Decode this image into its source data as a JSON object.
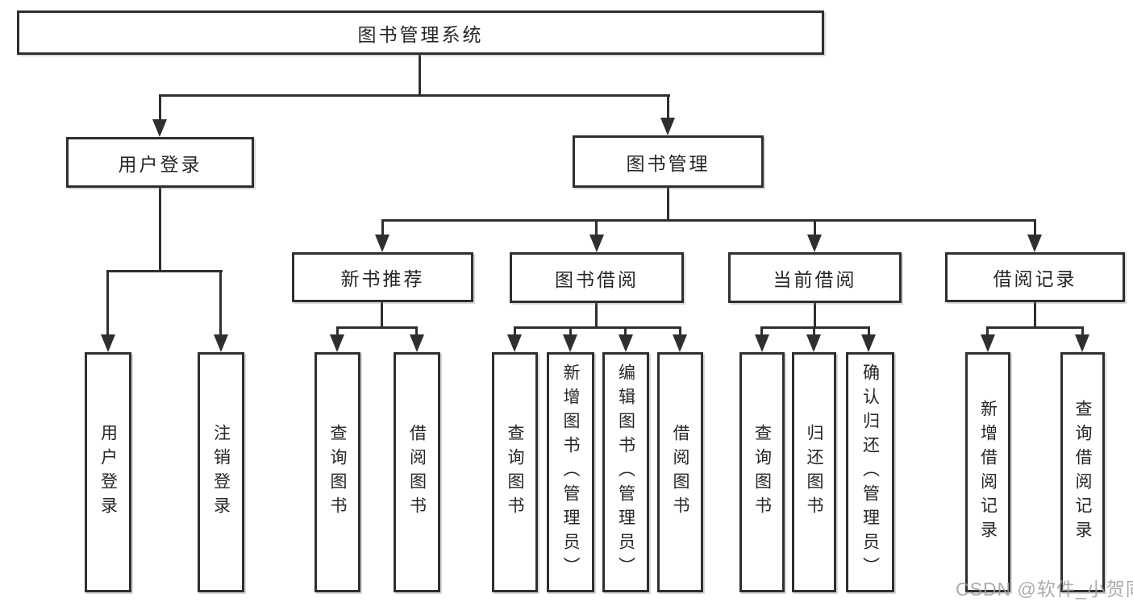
{
  "diagram": {
    "title": "图书管理系统",
    "colors": {
      "line": "#2f2f2f",
      "box_border": "#2f2f2f",
      "box_fill": "#ffffff",
      "text": "#262626",
      "watermark": "#9e9e9e",
      "background": "#ffffff"
    },
    "tree": {
      "root": {
        "label": "图书管理系统"
      },
      "level1": [
        {
          "label": "用户登录"
        },
        {
          "label": "图书管理"
        }
      ],
      "level2": [
        {
          "label": "新书推荐"
        },
        {
          "label": "图书借阅"
        },
        {
          "label": "当前借阅"
        },
        {
          "label": "借阅记录"
        }
      ],
      "leaves": {
        "user_login": [
          "用户登录",
          "注销登录"
        ],
        "new_book": [
          "查询图书",
          "借阅图书"
        ],
        "book_borrow": [
          "查询图书",
          "新增图书（管理员）",
          "编辑图书（管理员）",
          "借阅图书"
        ],
        "current_borrow": [
          "查询图书",
          "归还图书",
          "确认归还（管理员）"
        ],
        "borrow_record": [
          "新增借阅记录",
          "查询借阅记录"
        ]
      }
    },
    "watermark": {
      "text": "CSDN @软件_小贺同学"
    }
  }
}
